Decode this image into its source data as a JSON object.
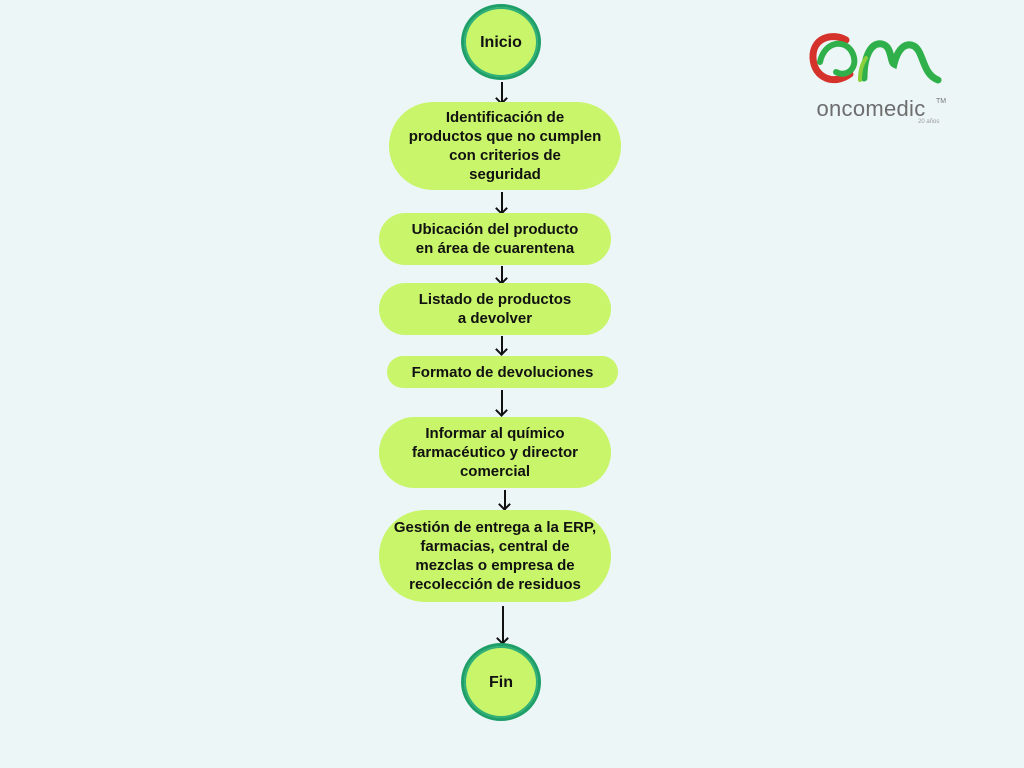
{
  "flowchart": {
    "start": "Inicio",
    "steps": [
      "Identificación de\nproductos que no cumplen\ncon criterios de\nseguridad",
      "Ubicación del producto\nen área de cuarentena",
      "Listado de productos\na devolver",
      "Formato de devoluciones",
      "Informar al químico\nfarmacéutico y director\ncomercial",
      "Gestión de entrega a la ERP,\nfarmacias, central de\nmezclas o empresa de\nrecolección de residuos"
    ],
    "end": "Fin"
  },
  "logo": {
    "word": "oncomedic",
    "tm": "TM",
    "sub": "20 años"
  },
  "colors": {
    "background": "#ecf6f6",
    "node_fill": "#c8f56a",
    "terminal_border": "#1e9e68",
    "arrow": "#111111",
    "logo_red": "#d6322c",
    "logo_green": "#2fb04a",
    "logo_text": "#6d6d6d"
  }
}
